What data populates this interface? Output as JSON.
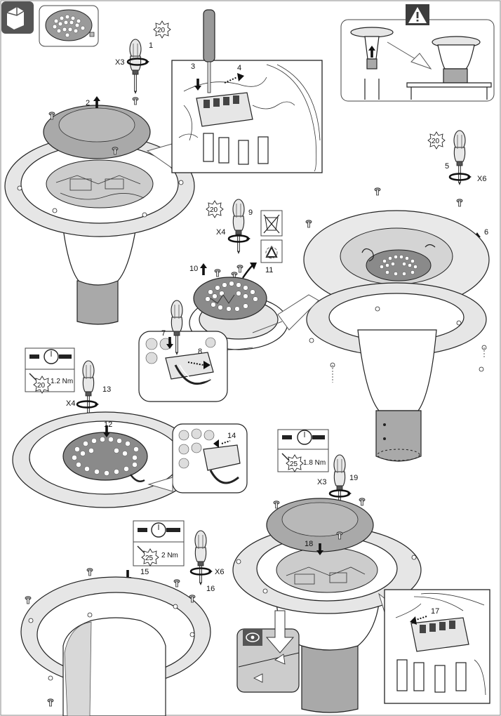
{
  "steps": {
    "s1": "1",
    "s2": "2",
    "s3": "3",
    "s4": "4",
    "s5": "5",
    "s6": "6",
    "s7": "7",
    "s8": "8",
    "s9": "9",
    "s10": "10",
    "s11": "11",
    "s12": "12",
    "s13": "13",
    "s14": "14",
    "s15": "15",
    "s16": "16",
    "s17": "17",
    "s18": "18",
    "s19": "19"
  },
  "multipliers": {
    "m_x3_top": "X3",
    "m_x6_right": "X6",
    "m_x4_mid": "X4",
    "m_x4_left": "X4",
    "m_x6_bottom": "X6",
    "m_x3_bottom": "X3"
  },
  "bits": {
    "b1": "20",
    "b2": "20",
    "b3": "20",
    "b4": "20",
    "b5": "25",
    "b6": "25"
  },
  "torque": {
    "t1": "1.2 Nm",
    "t2": "1.8 Nm",
    "t3": "2 Nm"
  },
  "icons": [
    "tools-box-icon",
    "led-module-icon",
    "warning-icon",
    "screwdriver-icon",
    "torque-wrench-icon",
    "torx-bit-icon",
    "no-bin-icon",
    "recycle-icon",
    "eye-icon",
    "rotate-arrow-icon"
  ],
  "colors": {
    "dark_fill": "#8a8a8a",
    "mid_fill": "#a9a9a9",
    "light_fill": "#e6e6e6",
    "warning": "#3c3c3c"
  }
}
